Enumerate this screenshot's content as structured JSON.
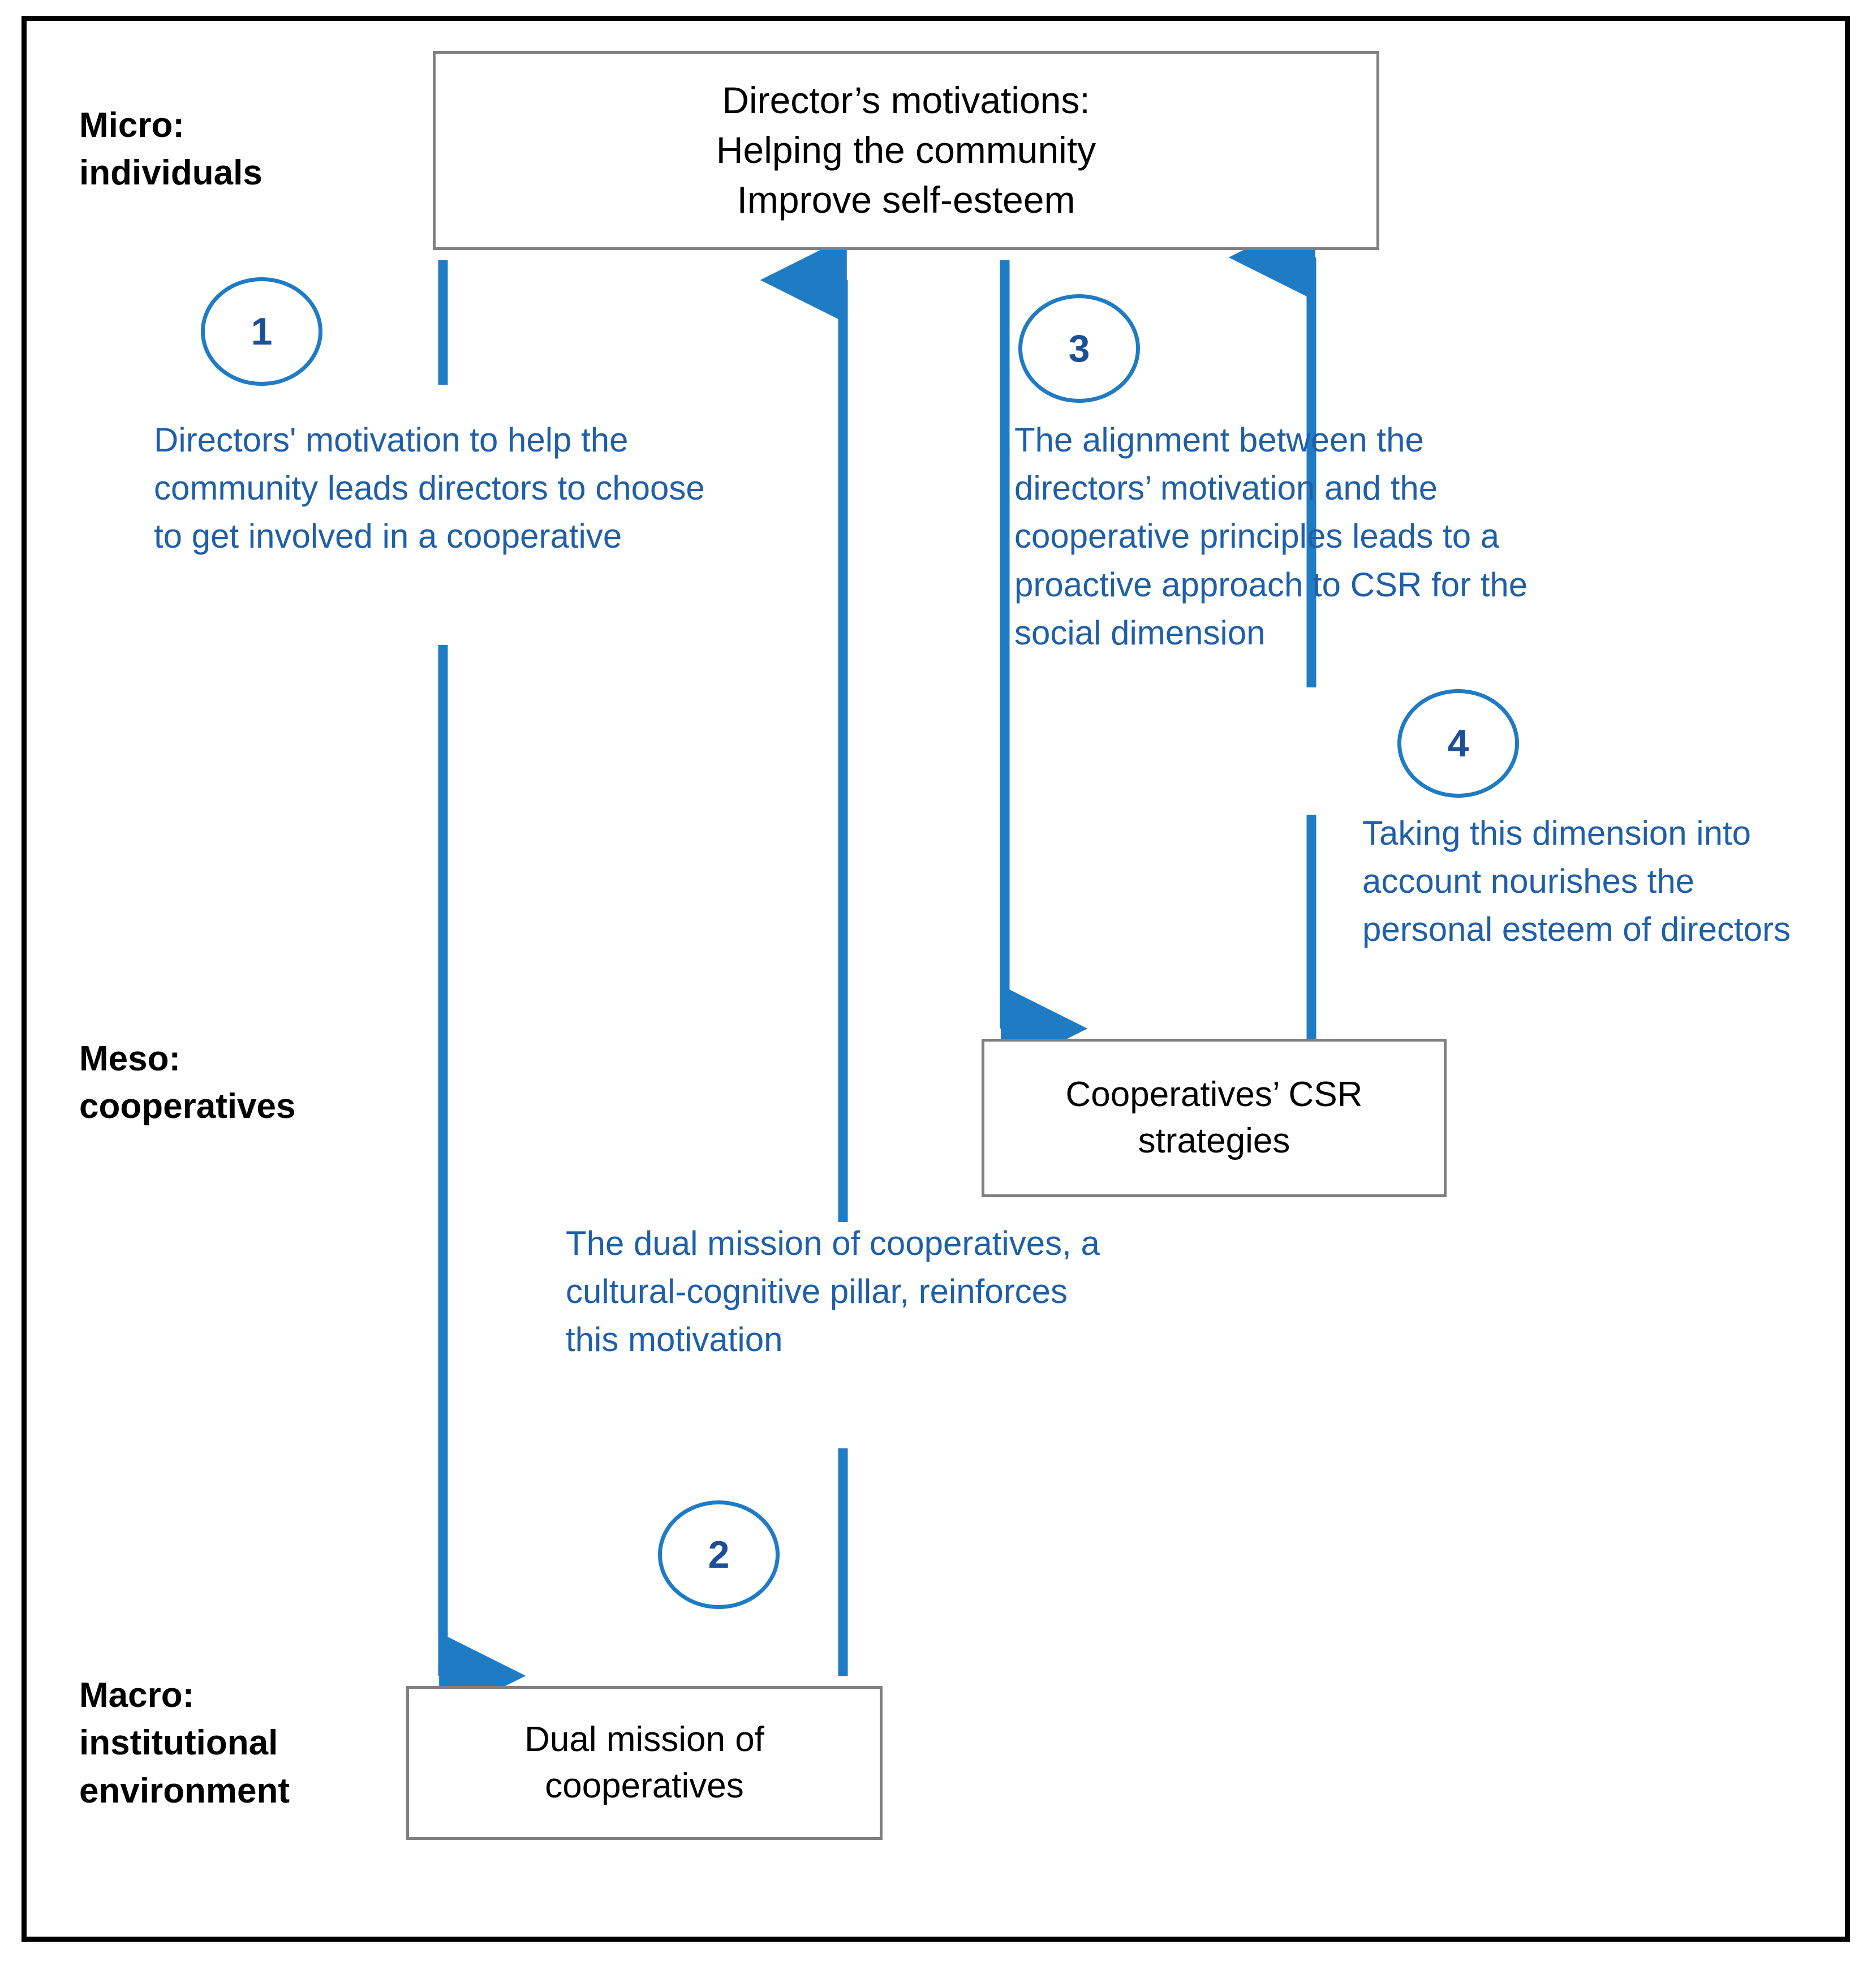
{
  "figure": {
    "frame_color": "#000000",
    "accent_blue": "#1F7BC4",
    "text_blue": "#1F5FA8",
    "number_blue": "#1C4F96",
    "box_border": "#808080"
  },
  "levels": [
    {
      "key": "micro",
      "label": "Micro:\nindividuals"
    },
    {
      "key": "meso",
      "label": "Meso:\ncooperatives"
    },
    {
      "key": "macro",
      "label": "Macro:\ninstitutional\nenvironment"
    }
  ],
  "boxes": {
    "director": "Director’s motivations:\nHelping the community\nImprove self-esteem",
    "csr": "Cooperatives’ CSR\nstrategies",
    "dual": "Dual mission of\ncooperatives"
  },
  "annotations": [
    {
      "number": "1",
      "text": "Directors' motivation to help the community leads directors to choose to get involved in a cooperative"
    },
    {
      "number": "2",
      "text": "The dual mission of cooperatives, a cultural-cognitive pillar, reinforces this motivation"
    },
    {
      "number": "3",
      "text": "The alignment between the directors’ motivation and the cooperative principles leads to a proactive approach to CSR for the social dimension"
    },
    {
      "number": "4",
      "text": "Taking this dimension into account nourishes the personal esteem of directors"
    }
  ],
  "arrows": [
    {
      "name": "director-to-dual",
      "from": "Director’s motivations",
      "to": "Dual mission of cooperatives",
      "direction": "down"
    },
    {
      "name": "dual-to-director",
      "from": "Dual mission of cooperatives",
      "to": "Director’s motivations",
      "direction": "up"
    },
    {
      "name": "director-to-csr",
      "from": "Director’s motivations",
      "to": "Cooperatives’ CSR strategies",
      "direction": "down"
    },
    {
      "name": "csr-to-director",
      "from": "Cooperatives’ CSR strategies",
      "to": "Director’s motivations",
      "direction": "up"
    }
  ]
}
